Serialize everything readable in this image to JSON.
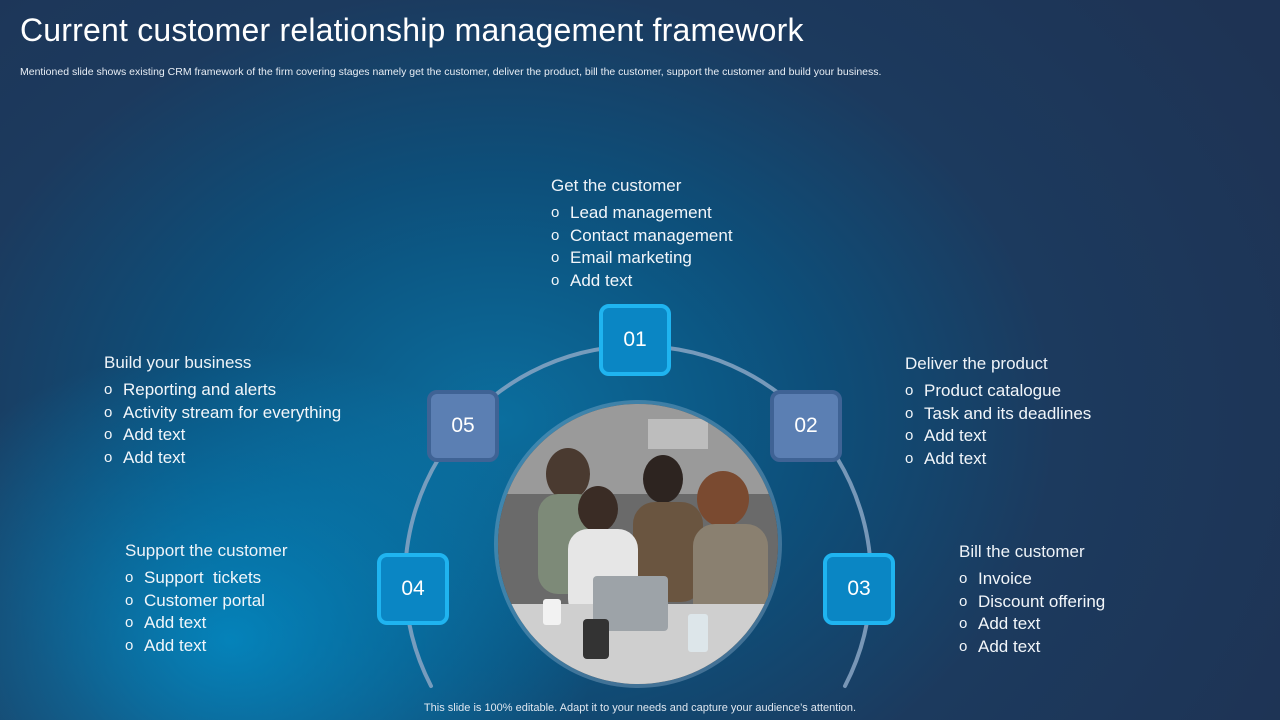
{
  "title": "Current customer relationship management framework",
  "subtitle": "Mentioned slide shows existing CRM framework of the firm covering stages namely get the customer, deliver the product, bill the customer, support the customer and build your business.",
  "colors": {
    "badge_bright": "#0a86c4",
    "badge_bright_border": "#1fb4f0",
    "badge_muted": "#5b7fb3",
    "badge_muted_border": "#3f6395",
    "arc": "#8aa6c4"
  },
  "stages": [
    {
      "number": "01",
      "heading": "Get the customer",
      "items": [
        "Lead management",
        "Contact management",
        "Email marketing",
        "Add text"
      ]
    },
    {
      "number": "02",
      "heading": "Deliver the product",
      "items": [
        "Product catalogue",
        "Task and its deadlines",
        "Add text",
        "Add text"
      ]
    },
    {
      "number": "03",
      "heading": "Bill the customer",
      "items": [
        "Invoice",
        "Discount offering",
        "Add text",
        "Add text"
      ]
    },
    {
      "number": "04",
      "heading": "Support the customer",
      "items": [
        "Support  tickets",
        "Customer portal",
        "Add text",
        "Add text"
      ]
    },
    {
      "number": "05",
      "heading": "Build your business",
      "items": [
        "Reporting and alerts",
        "Activity stream for everything",
        "Add text",
        "Add text"
      ]
    }
  ],
  "bullet_glyph": "o",
  "center_image_icon": "team-meeting-photo",
  "footer": "This slide is 100% editable. Adapt it to your needs and capture your audience’s attention."
}
